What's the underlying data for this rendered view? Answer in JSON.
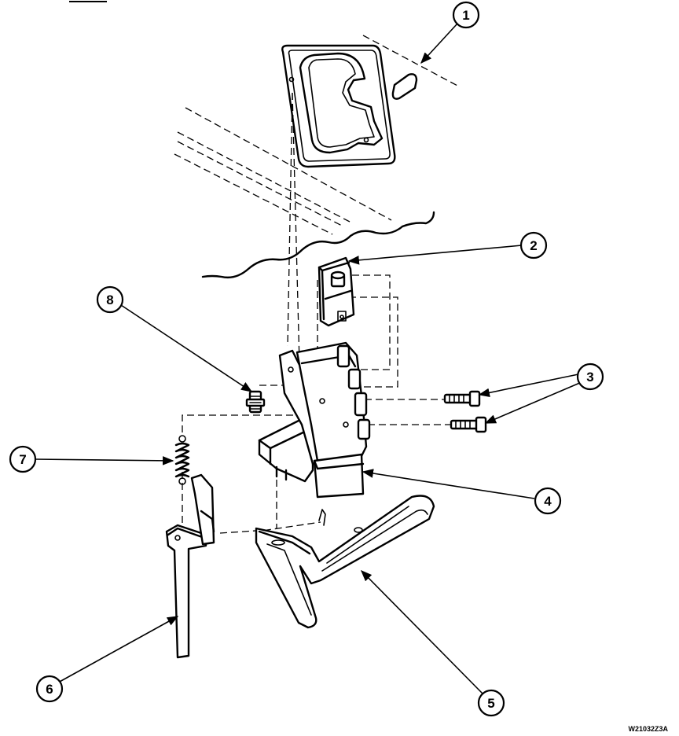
{
  "callouts": [
    "1",
    "2",
    "3",
    "4",
    "5",
    "6",
    "7",
    "8"
  ],
  "drawing_code": "W21032Z3A",
  "colors": {
    "line": "#000000",
    "background": "#ffffff"
  }
}
